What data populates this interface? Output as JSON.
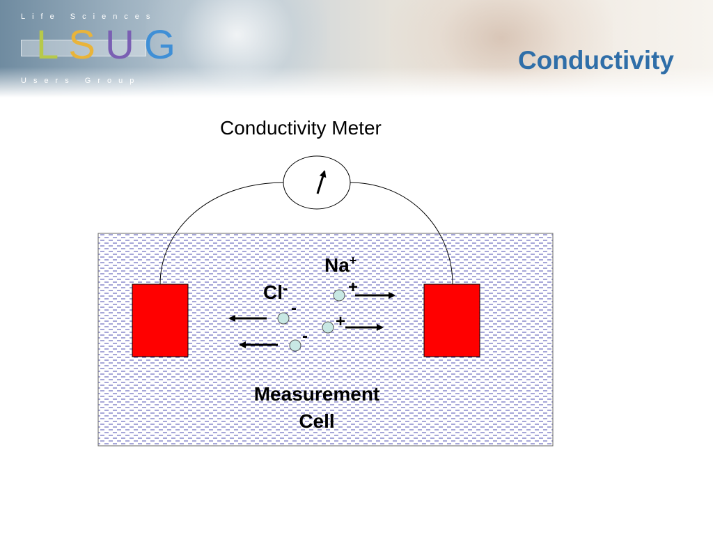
{
  "banner": {
    "logo_top_text": "Life Sciences",
    "logo_letters": [
      "L",
      "S",
      "U",
      "G"
    ],
    "logo_letter_colors": [
      "#b7c94a",
      "#e9b43a",
      "#7a5fb3",
      "#3f8fd6"
    ],
    "logo_bottom_text": "Users Group"
  },
  "slide": {
    "title": "Conductivity",
    "title_color": "#2f6ea8"
  },
  "diagram": {
    "meter_label": "Conductivity Meter",
    "cation_label": "Na",
    "cation_superscript": "+",
    "anion_label": "Cl",
    "anion_superscript": "-",
    "cation_charge": "+",
    "anion_charge": "-",
    "cell_label_line1": "Measurement",
    "cell_label_line2": "Cell",
    "electrode_color": "#ff0000",
    "ion_color": "#c8e8e4",
    "cell_hatch_color": "#3a3aa8"
  }
}
